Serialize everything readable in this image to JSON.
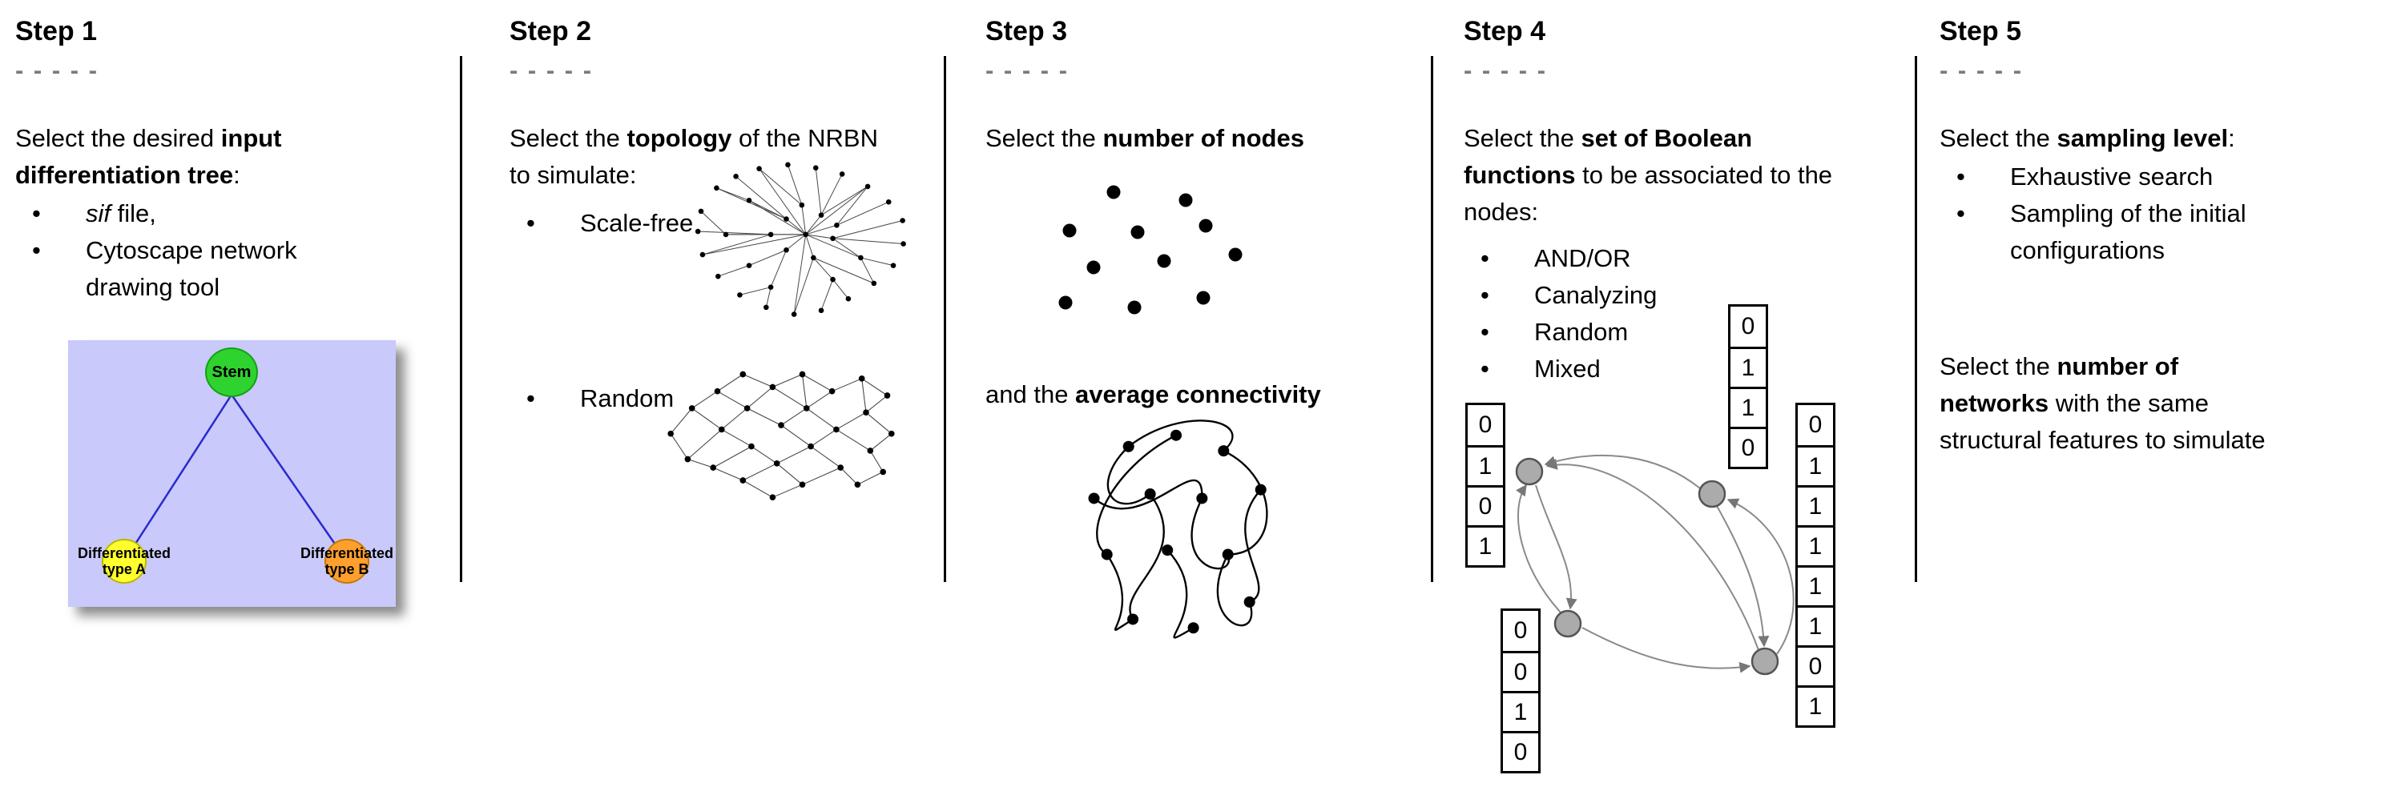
{
  "ui": {
    "bullet": "•"
  },
  "step1": {
    "title": "Step 1",
    "dashes": "- - - - -",
    "intro": {
      "pre": "Select the desired ",
      "bold": "input differentiation tree",
      "post": ":"
    },
    "bullets": {
      "sif": {
        "italic": "sif",
        "rest": " file,"
      },
      "cytoscape": "Cytoscape network drawing tool"
    },
    "tree": {
      "root_label": "Stem",
      "left_label_line1": "Differentiated",
      "left_label_line2": "type A",
      "right_label_line1": "Differentiated",
      "right_label_line2": "type B"
    }
  },
  "step2": {
    "title": "Step 2",
    "dashes": "- - - - -",
    "intro": {
      "pre": "Select the ",
      "bold": "topology",
      "post": " of the NRBN to simulate:"
    },
    "bullets": {
      "scale_free": "Scale-free",
      "random": "Random"
    }
  },
  "step3": {
    "title": "Step 3",
    "dashes": "- - - - -",
    "line1": {
      "pre": "Select the ",
      "bold": "number of nodes"
    },
    "line2": {
      "pre": "and the ",
      "bold": "average connectivity"
    }
  },
  "step4": {
    "title": "Step 4",
    "dashes": "- - - - -",
    "intro": {
      "pre": "Select the ",
      "bold": "set of Boolean functions",
      "post": " to be associated to the nodes:"
    },
    "bullets": [
      "AND/OR",
      "Canalyzing",
      "Random",
      "Mixed"
    ],
    "truth_tables": {
      "left": [
        "0",
        "1",
        "0",
        "1"
      ],
      "top": [
        "0",
        "1",
        "1",
        "0"
      ],
      "right": [
        "0",
        "1",
        "1",
        "1",
        "1",
        "1",
        "0",
        "1"
      ],
      "bottom": [
        "0",
        "0",
        "1",
        "0"
      ]
    }
  },
  "step5": {
    "title": "Step 5",
    "dashes": "- - - - -",
    "para1": {
      "pre": "Select the ",
      "bold": "sampling level",
      "post": ":"
    },
    "bullets": [
      "Exhaustive search",
      "Sampling of the initial configurations"
    ],
    "para2": {
      "line1_pre": "Select the ",
      "line1_bold": "number of",
      "line2_bold": "networks",
      "line2_post": " with the same",
      "line3": "structural features to simulate"
    }
  }
}
